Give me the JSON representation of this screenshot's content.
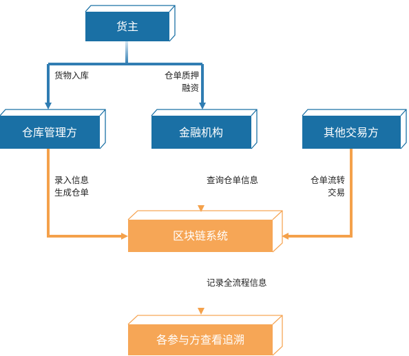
{
  "nodes": {
    "cargo_owner": "货主",
    "warehouse_manager": "仓库管理方",
    "financial_institution": "金融机构",
    "other_traders": "其他交易方",
    "blockchain": "区块链系统",
    "all_parties": "各参与方查看追溯"
  },
  "edges": {
    "warehousing": "货物入库",
    "pledge_line1": "仓单质押",
    "pledge_line2": "融资",
    "record_line1": "录入信息",
    "record_line2": "生成仓单",
    "query": "查询仓单信息",
    "transfer_line1": "仓单流转",
    "transfer_line2": "交易",
    "full_record": "记录全流程信息"
  },
  "colors": {
    "blue_node": "#1a70a5",
    "orange_node": "#f6a656",
    "blue_arrow": "#2f7cb2",
    "orange_arrow": "#f4a14b"
  }
}
